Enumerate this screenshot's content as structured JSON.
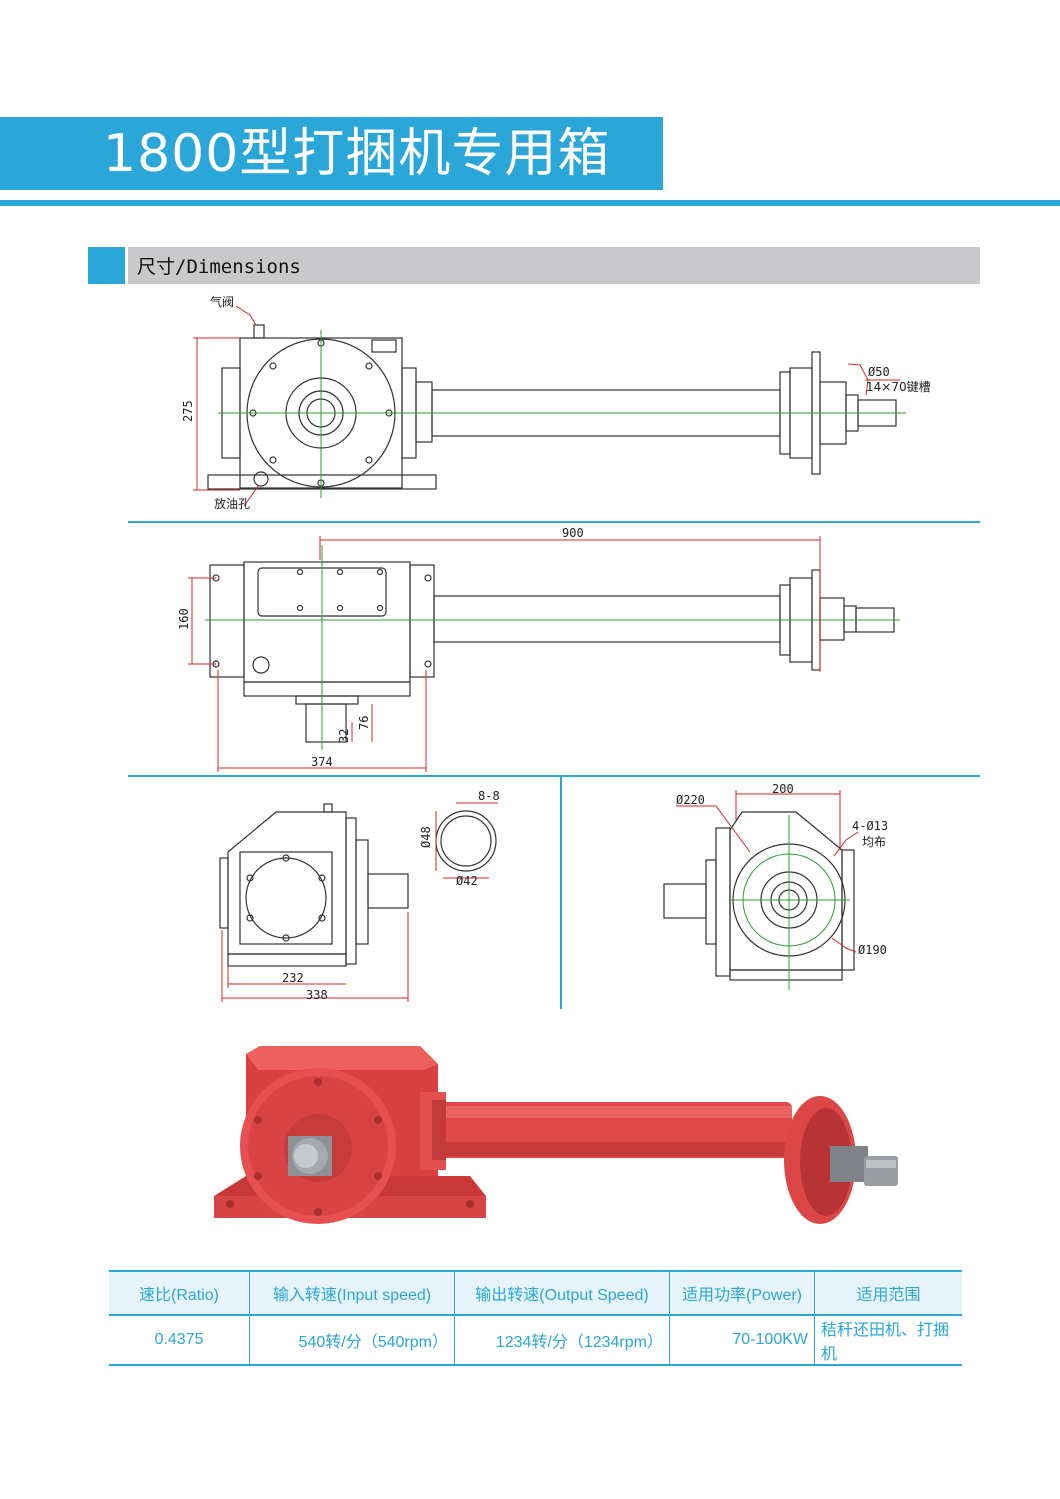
{
  "header": {
    "title": "1800型打捆机专用箱"
  },
  "section": {
    "label": "尺寸/Dimensions"
  },
  "drawings": {
    "top_view": {
      "callout_vent": "气阀",
      "callout_drain": "放油孔",
      "dim_height": "275",
      "shaft_dia": "Ø50",
      "keyway": "14×70键槽"
    },
    "front_view": {
      "dim_length": "900",
      "dim_height": "160",
      "dim_width": "374",
      "dim_shaft_a": "76",
      "dim_shaft_b": "32"
    },
    "side_view": {
      "dim_inner": "232",
      "dim_outer": "338"
    },
    "spline_detail": {
      "spline": "8-8",
      "outer_dia": "Ø48",
      "inner_dia": "Ø42"
    },
    "flange_view": {
      "dim_width": "200",
      "pcd_outer": "Ø220",
      "holes": "4-Ø13",
      "holes_note": "均布",
      "pcd_inner": "Ø190"
    }
  },
  "colors": {
    "accent": "#2aa6d9",
    "section_bar": "#c9c9cb",
    "product_red": "#e04848",
    "centerline": "#2ca02c",
    "dimension": "#d62728"
  },
  "spec_table": {
    "headers": [
      "速比(Ratio)",
      "输入转速(Input speed)",
      "输出转速(Output Speed)",
      "适用功率(Power)",
      "适用范围"
    ],
    "row": [
      "0.4375",
      "540转/分（540rpm）",
      "1234转/分（1234rpm）",
      "70-100KW",
      "秸秆还田机、打捆机"
    ]
  }
}
